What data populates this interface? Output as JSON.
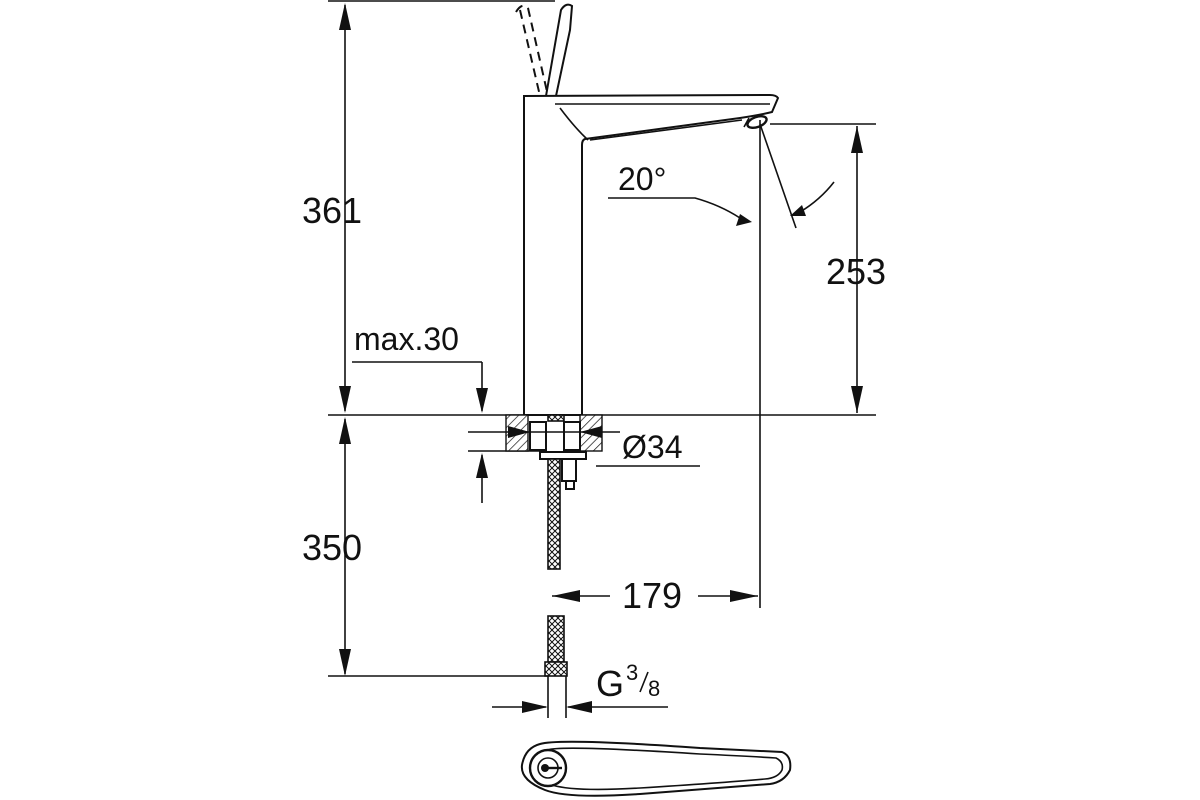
{
  "drawing": {
    "dimensions": {
      "total_height": "361",
      "spout_height": "253",
      "angle": "20°",
      "max_thickness": "max.30",
      "hole_diameter": "Ø34",
      "hose_length": "350",
      "projection": "179",
      "thread_prefix": "G",
      "thread_num": "3",
      "thread_den": "8"
    }
  }
}
